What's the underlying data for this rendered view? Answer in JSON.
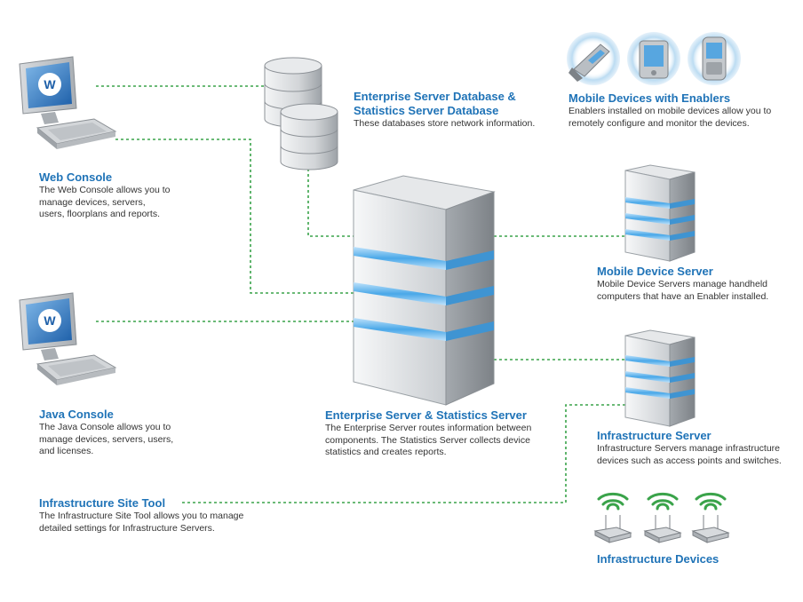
{
  "components": {
    "web_console": {
      "title": "Web Console",
      "desc": "The Web Console allows you to manage devices, servers, users, floorplans and reports."
    },
    "database": {
      "title_line1": "Enterprise Server Database &",
      "title_line2": "Statistics Server Database",
      "desc": "These databases store network information."
    },
    "mobile_devices": {
      "title": "Mobile Devices with Enablers",
      "desc": "Enablers installed on mobile devices allow you to remotely configure and monitor the devices."
    },
    "mobile_device_server": {
      "title": "Mobile Device Server",
      "desc": "Mobile Device Servers manage handheld computers that have an Enabler installed."
    },
    "java_console": {
      "title": "Java Console",
      "desc": "The Java Console allows you to manage devices, servers, users, and licenses."
    },
    "enterprise_server": {
      "title": "Enterprise Server & Statistics Server",
      "desc": "The Enterprise Server routes information between components. The Statistics Server collects device statistics and creates reports."
    },
    "infrastructure_server": {
      "title": "Infrastructure Server",
      "desc": "Infrastructure Servers manage infrastructure devices such as access points and switches."
    },
    "site_tool": {
      "title": "Infrastructure Site Tool",
      "desc": "The Infrastructure Site Tool allows you to manage detailed settings for Infrastructure Servers."
    },
    "infrastructure_devices": {
      "title": "Infrastructure Devices"
    }
  },
  "colors": {
    "title_blue": "#1f73b7",
    "link_green": "#3aa34a",
    "stripe_blue": "#4aa8e8"
  },
  "icons": [
    "monitor-icon",
    "database-icon",
    "server-icon",
    "handheld-icon",
    "access-point-icon",
    "wifi-icon"
  ]
}
